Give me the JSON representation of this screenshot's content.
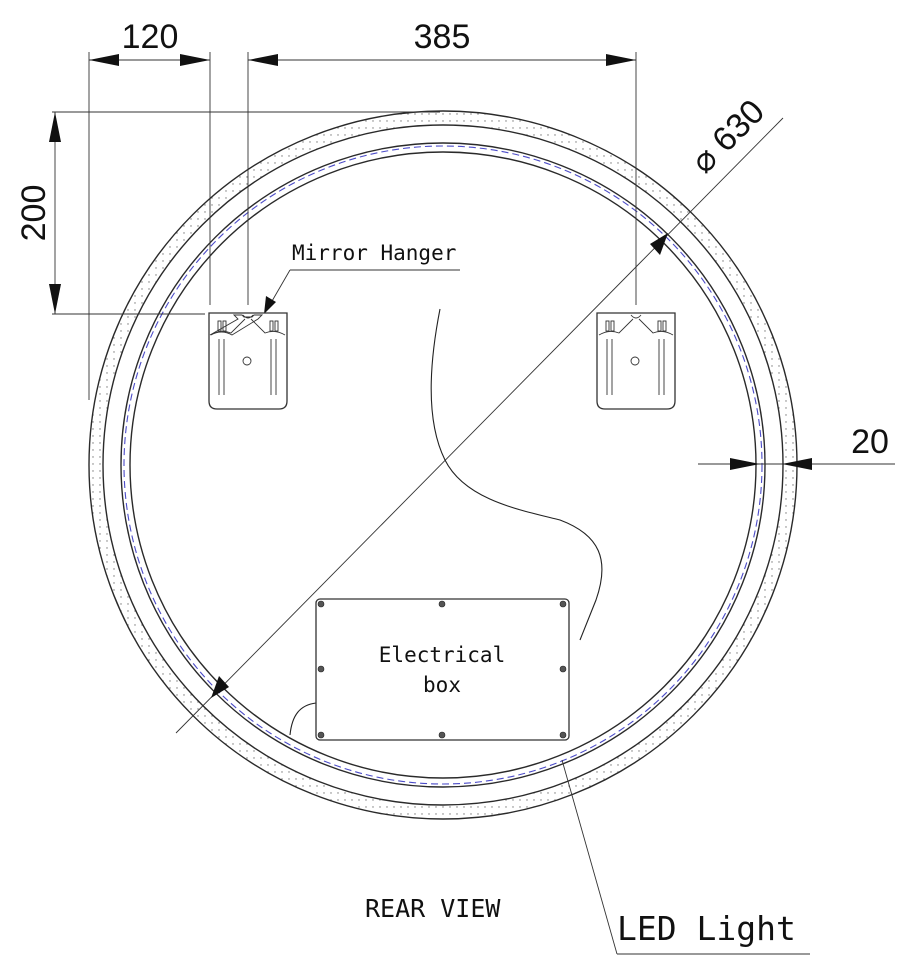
{
  "drawing": {
    "view_title": "REAR VIEW",
    "colors": {
      "line": "#222222",
      "led_dashed": "#4b4bc8",
      "background": "#ffffff"
    },
    "dimensions": {
      "hanger_offset": "120",
      "hanger_spacing": "385",
      "diameter_symbol": "⌀",
      "diameter": "630",
      "hanger_height_from_top": "200",
      "frame_width": "20"
    },
    "labels": {
      "mirror_hanger": "Mirror Hanger",
      "electrical_box_line1": "Electrical",
      "electrical_box_line2": "box",
      "led_light": "LED Light"
    }
  }
}
